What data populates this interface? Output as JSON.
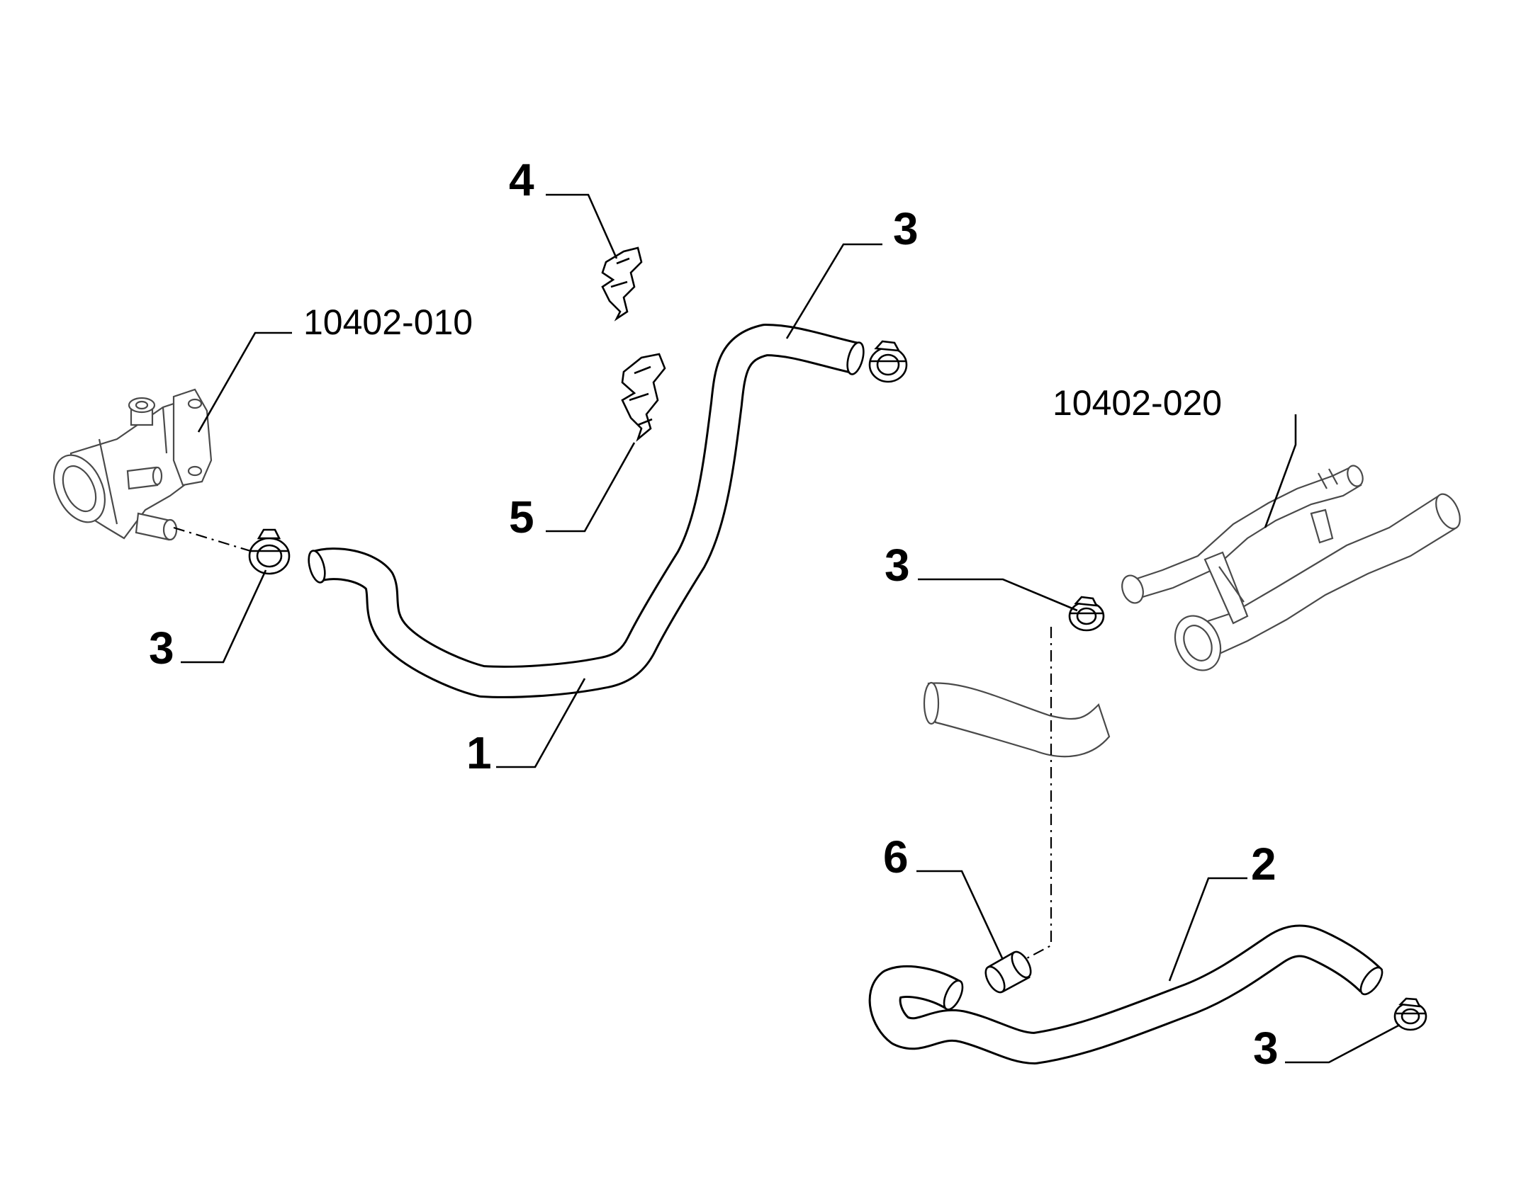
{
  "callouts": {
    "hose_1": "1",
    "hose_2": "2",
    "clamp_top": "3",
    "clamp_left": "3",
    "clamp_right_mid": "3",
    "clamp_bottom_right": "3",
    "clip_4": "4",
    "clip_5": "5",
    "sleeve_6": "6",
    "ref_thermostat": "10402-010",
    "ref_pipe": "10402-020"
  }
}
